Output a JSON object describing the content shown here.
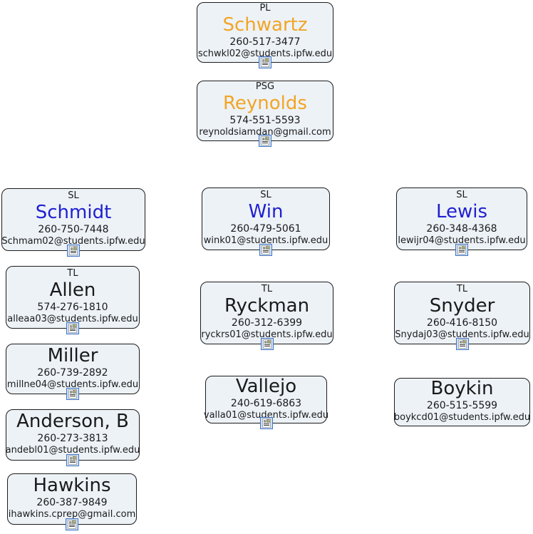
{
  "title": "",
  "colors": {
    "orange": "#F2A524",
    "blue": "#1F1FD1",
    "black": "#1A1A1A",
    "card_bg": "#EDF2F7",
    "card_border": "#1C1C1C",
    "icon_border": "#4472C4",
    "icon_bg": "#CCE0F4"
  },
  "icons": {
    "card_footer": "journal-notes-icon"
  },
  "cards": [
    {
      "role": "PL",
      "name": "Schwartz",
      "phone": "260-517-3477",
      "email": "schwkl02@students.ipfw.edu",
      "name_color": "orange",
      "has_icon": true
    },
    {
      "role": "PSG",
      "name": "Reynolds",
      "phone": "574-551-5593",
      "email": "reynoldsiamdan@gmail.com",
      "name_color": "orange",
      "has_icon": true
    },
    {
      "role": "SL",
      "name": "Schmidt",
      "phone": "260-750-7448",
      "email": "Schmam02@students.ipfw.edu",
      "name_color": "blue",
      "has_icon": true
    },
    {
      "role": "SL",
      "name": "Win",
      "phone": "260-479-5061",
      "email": "wink01@students.ipfw.edu",
      "name_color": "blue",
      "has_icon": true
    },
    {
      "role": "SL",
      "name": "Lewis",
      "phone": "260-348-4368",
      "email": "lewijr04@students.ipfw.edu",
      "name_color": "blue",
      "has_icon": true
    },
    {
      "role": "TL",
      "name": "Allen",
      "phone": "574-276-1810",
      "email": "alleaa03@students.ipfw.edu",
      "name_color": "black",
      "has_icon": true
    },
    {
      "role": "TL",
      "name": "Ryckman",
      "phone": "260-312-6399",
      "email": "ryckrs01@students.ipfw.edu",
      "name_color": "black",
      "has_icon": true
    },
    {
      "role": "TL",
      "name": "Snyder",
      "phone": "260-416-8150",
      "email": "Snydaj03@students.ipfw.edu",
      "name_color": "black",
      "has_icon": true
    },
    {
      "role": "",
      "name": "Miller",
      "phone": "260-739-2892",
      "email": "millne04@students.ipfw.edu",
      "name_color": "black",
      "has_icon": true
    },
    {
      "role": "",
      "name": "Vallejo",
      "phone": "240-619-6863",
      "email": "valla01@students.ipfw.edu",
      "name_color": "black",
      "has_icon": true
    },
    {
      "role": "",
      "name": "Boykin",
      "phone": "260-515-5599",
      "email": "boykcd01@students.ipfw.edu",
      "name_color": "black",
      "has_icon": false
    },
    {
      "role": "",
      "name": "Anderson, B",
      "phone": "260-273-3813",
      "email": "andebl01@students.ipfw.edu",
      "name_color": "black",
      "has_icon": true
    },
    {
      "role": "",
      "name": "Hawkins",
      "phone": "260-387-9849",
      "email": "ihawkins.cprep@gmail.com",
      "name_color": "black",
      "has_icon": true
    }
  ]
}
